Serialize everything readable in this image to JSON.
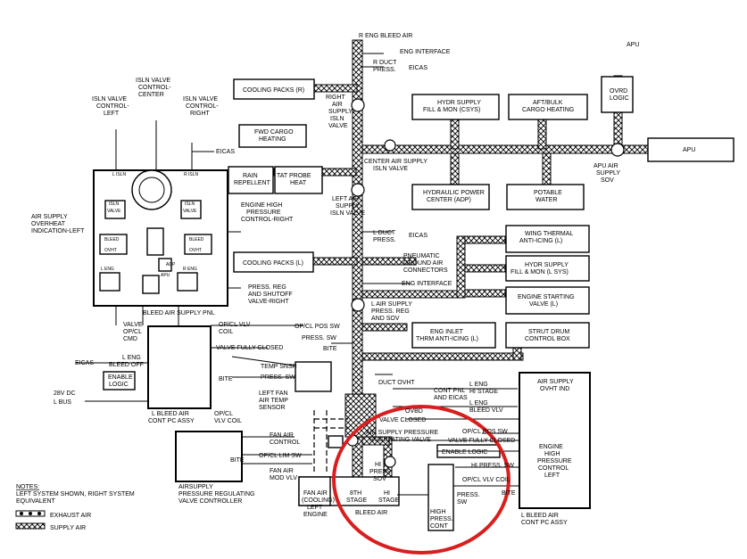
{
  "colors": {
    "ink": "#000000",
    "highlight": "#d81e1e",
    "paper": "#ffffff"
  },
  "labels": {
    "r_eng_bleed_air": "R ENG BLEED AIR",
    "eng_interface_top": "ENG INTERFACE",
    "r_duct_press": [
      "R DUCT",
      "PRESS."
    ],
    "eicas_1": "EICAS",
    "cooling_packs_r": "COOLING PACKS (R)",
    "right_air_supply": [
      "RIGHT",
      "AIR",
      "SUPPLY",
      "ISLN",
      "VALVE"
    ],
    "hydr_supply_csys": [
      "HYDR SUPPLY",
      "FILL & MON (CSYS)"
    ],
    "aft_bulk_cargo": [
      "AFT/BULK",
      "CARGO HEATING"
    ],
    "apu_small": "APU",
    "ovrd_logic": [
      "OVRD",
      "LOGIC"
    ],
    "isln_ctrl_left": [
      "ISLN VALVE",
      "CONTROL-",
      "LEFT"
    ],
    "isln_ctrl_center": [
      "ISLN VALVE",
      "CONTROL-",
      "CENTER"
    ],
    "isln_ctrl_right": [
      "ISLN VALVE",
      "CONTROL-",
      "RIGHT"
    ],
    "fwd_cargo": [
      "FWD CARGO",
      "HEATING"
    ],
    "eicas_2": "EICAS",
    "apu_box": "APU",
    "center_air_supply": [
      "CENTER AIR SUPPLY",
      "ISLN VALVE"
    ],
    "apu_air_supply": [
      "APU AIR",
      "SUPPLY",
      "SOV"
    ],
    "rain_repellent": [
      "RAIN",
      "REPELLENT"
    ],
    "tat_probe": [
      "TAT PROBE",
      "HEAT"
    ],
    "hydraulic_power": [
      "HYDRAULIC POWER",
      "CENTER (ADP)"
    ],
    "potable_water": [
      "POTABLE",
      "WATER"
    ],
    "left_air_supply_isln": [
      "LEFT AIR",
      "SUPPLY",
      "ISLN VALVE"
    ],
    "air_supply_overheat": [
      "AIR SUPPLY",
      "OVERHEAT",
      "INDICATION-LEFT"
    ],
    "engine_hp_right": [
      "ENGINE HIGH",
      "PRESSURE",
      "CONTROL-RIGHT"
    ],
    "l_duct_press": [
      "L DUCT",
      "PRESS."
    ],
    "eicas_3": "EICAS",
    "wing_thermal": [
      "WING THERMAL",
      "ANTI-ICING (L)"
    ],
    "cooling_packs_l": "COOLING PACKS (L)",
    "pneumatic_ground": [
      "PNEUMATIC",
      "GROUND AIR",
      "CONNECTORS"
    ],
    "hydr_supply_lsys": [
      "HYDR SUPPLY",
      "FILL & MON (L SYS)"
    ],
    "eng_interface_mid": "ENG INTERFACE",
    "press_reg_right": [
      "PRESS. REG",
      "AND SHUTOFF",
      "VALVE-RIGHT"
    ],
    "engine_starting": [
      "ENGINE STARTING",
      "VALVE (L)"
    ],
    "bleed_air_supply_pnl": "BLEED AIR SUPPLY PNL",
    "l_air_supply_press": [
      "L AIR SUPPLY",
      "PRESS. REG",
      "AND SOV"
    ],
    "valve_op_cl_cmd": [
      "VALVE",
      "OP/CL",
      "CMD"
    ],
    "op_cl_vlv_coil_1": [
      "OP/CL VLV",
      "COIL"
    ],
    "op_cl_pos_sw": "OP/CL POS SW",
    "press_sw_1": "PRESS. SW",
    "bite_1": "BITE",
    "eng_inlet": [
      "ENG INLET",
      "THRM ANTI-ICING (L)"
    ],
    "strut_drum": [
      "STRUT DRUM",
      "CONTROL BOX"
    ],
    "valve_fully_closed_1": "VALVE FULLY CLOSED",
    "eicas_4": "EICAS",
    "l_eng_bleed_off": [
      "L ENG",
      "BLEED OFF"
    ],
    "temp_snsr": "TEMP SNSR",
    "press_sw_2": "PRESS. SW",
    "air_supply_ovht_ind": [
      "AIR SUPPLY",
      "OVHT IND"
    ],
    "enable_logic_1": [
      "ENABLE",
      "LOGIC"
    ],
    "bite_2": "BITE",
    "duct_ovht": "DUCT OVHT",
    "cont_pnl_eicas": [
      "CONT PNL",
      "AND EICAS"
    ],
    "l_eng_hi_stage": [
      "L ENG",
      "HI STAGE"
    ],
    "l_eng_bleed_vlv": [
      "L ENG",
      "BLEED VLV"
    ],
    "dc_28v": [
      "28V DC",
      "L BUS"
    ],
    "left_fan_air_temp": [
      "LEFT FAN",
      "AIR TEMP",
      "SENSOR"
    ],
    "l_bleed_air_cont_1": [
      "L BLEED AIR",
      "CONT PC ASSY"
    ],
    "op_cl_vlv_coil_2": [
      "OP/CL",
      "VLV COIL"
    ],
    "ovbd": "OVBD",
    "valve_closed_partial": "VALVE CLOSED",
    "fan_air_control": [
      "FAN AIR",
      "CONTROL"
    ],
    "air_supply_prv": [
      "AIR SUPPLY PRESSURE",
      "RUGULATING VALVE"
    ],
    "op_cl_pos_sw_2": "OP/CL POS SW",
    "valve_fully_closed_2": "VALVE FULLY CLOSED",
    "engine_hp_left": [
      "ENGINE",
      "HIGH",
      "PRESSURE",
      "CONTROL",
      "LEFT"
    ],
    "bite_3": "BITE",
    "op_cl_lim_sw": "OP/CL LIM SW",
    "enable_logic_2": "ENABLE LOGIC",
    "fan_air_mod_vlv": [
      "FAN AIR",
      "MOD VLV"
    ],
    "hi_press_sw": "HI PRESS. SW",
    "hi_press_sov": [
      "HI",
      "PRESS.",
      "SOV"
    ],
    "op_cl_vlv_coil_3": "OP/CL VLV COIL",
    "press_sw_3": [
      "PRESS.",
      "SW"
    ],
    "bite_4": "BITE",
    "airsupply_prv_ctrl": [
      "AIRSUPPLY",
      "PRESSURE REGULATING",
      "VALVE CONTROLLER"
    ],
    "fan_air_cooling": [
      "FAN AIR",
      "(COOLING)"
    ],
    "stage_8th": [
      "8TH",
      "STAGE"
    ],
    "hi_stage": [
      "HI",
      "STAGE"
    ],
    "left_engine": [
      "LEFT",
      "ENGINE"
    ],
    "bleed_air": "BLEED AIR",
    "high_press_cont": [
      "HIGH",
      "PRESS.",
      "CONT"
    ],
    "l_bleed_air_cont_2": [
      "L BLEED AIR",
      "CONT PC ASSY"
    ],
    "notes_title": "NOTES:",
    "notes_text": [
      "LEFT SYSTEM SHOWN, RIGHT SYSTEM",
      "EQUIVALENT"
    ],
    "legend_exhaust": "EXHAUST AIR",
    "legend_supply": "SUPPLY AIR",
    "panel_isln": "ISLN",
    "panel_valve": "VALVE",
    "panel_bleed": "BLEED",
    "panel_ovht": "OVHT",
    "panel_l_eng": "L ENG",
    "panel_r_eng": "R ENG",
    "panel_r_isln": "R ISLN",
    "panel_apu": "APU",
    "panel_adp": "ADP",
    "panel_l_isln": "L ISLN"
  }
}
